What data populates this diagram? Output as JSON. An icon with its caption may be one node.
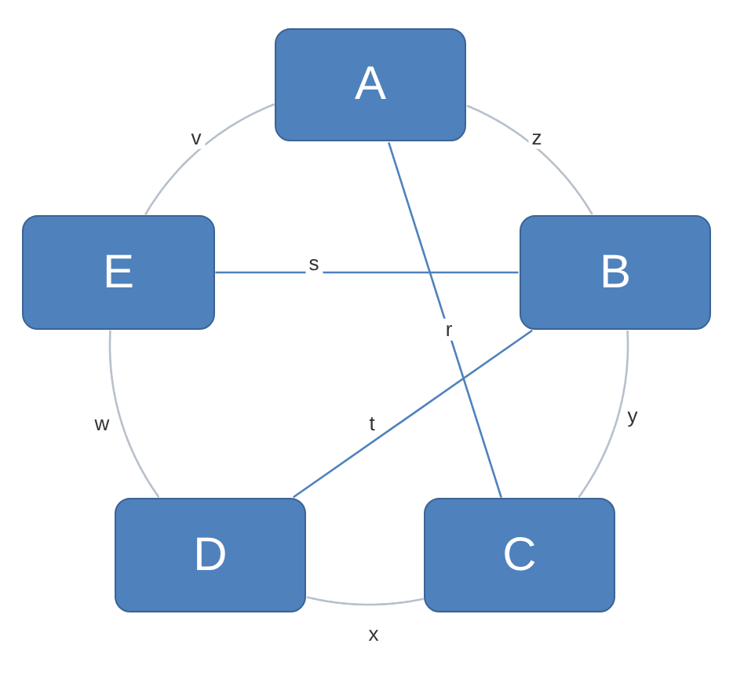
{
  "diagram": {
    "nodes": [
      {
        "text": [
          "A"
        ]
      },
      {
        "text": [
          "B"
        ]
      },
      {
        "text": [
          "C"
        ]
      },
      {
        "text": [
          "D"
        ]
      },
      {
        "text": [
          "E"
        ]
      }
    ],
    "edges": [
      {
        "from": 0,
        "to": 1,
        "arrow": "none",
        "label": "z"
      },
      {
        "from": 1,
        "to": 2,
        "arrow": "none",
        "label": "y"
      },
      {
        "from": 2,
        "to": 3,
        "arrow": "none",
        "label": "x"
      },
      {
        "from": 3,
        "to": 4,
        "arrow": "none",
        "label": "w"
      },
      {
        "from": 4,
        "to": 0,
        "arrow": "none",
        "label": "v"
      },
      {
        "from": 4,
        "to": 1,
        "arrow": "none",
        "label": "s",
        "color": "#4f81bd"
      },
      {
        "from": 0,
        "to": 2,
        "arrow": "none",
        "label": "r",
        "color": "#4f81bd"
      },
      {
        "from": 1,
        "to": 3,
        "arrow": "none",
        "label": "t",
        "color": "#4f81bd"
      }
    ]
  }
}
